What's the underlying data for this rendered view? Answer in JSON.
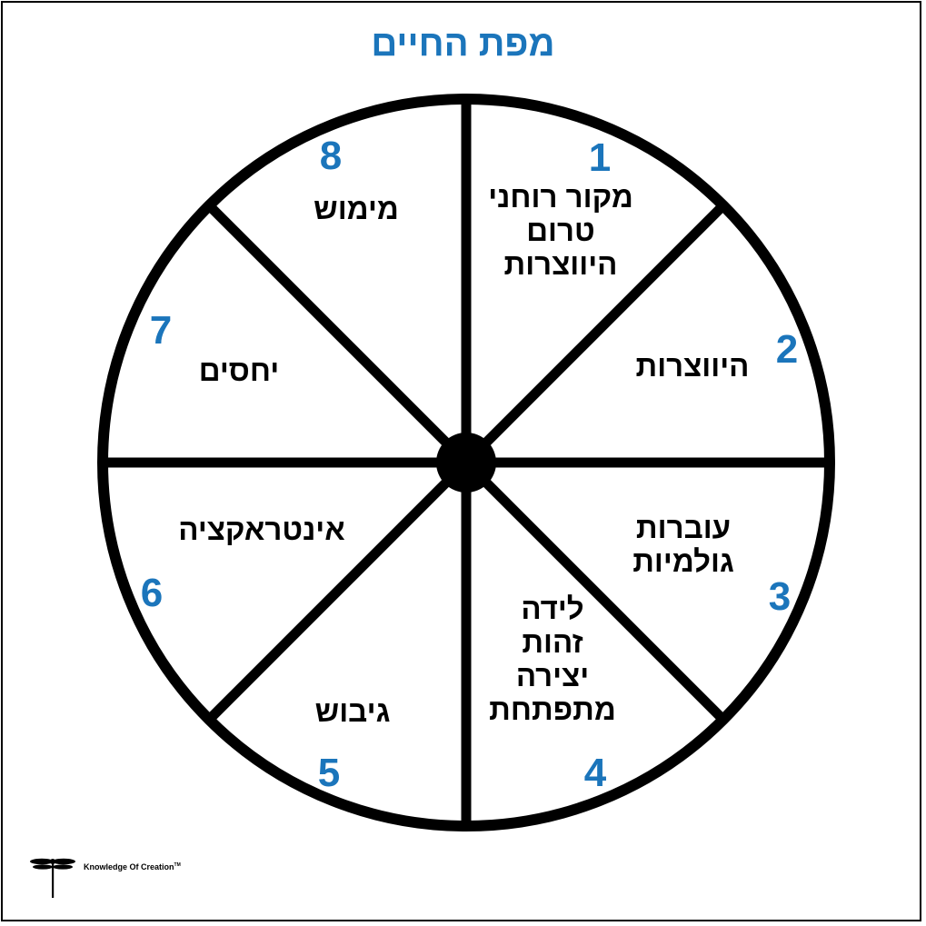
{
  "title": "מפת החיים",
  "colors": {
    "accent": "#1b75bb",
    "ink": "#000000",
    "background": "#ffffff"
  },
  "segments": [
    {
      "number": "1",
      "label": "מקור רוחני\nטרום\nהיווצרות"
    },
    {
      "number": "2",
      "label": "היווצרות"
    },
    {
      "number": "3",
      "label": "עוברות\nגולמיות"
    },
    {
      "number": "4",
      "label": "לידה\nזהות\nיצירה\nמתפתחת"
    },
    {
      "number": "5",
      "label": "גיבוש"
    },
    {
      "number": "6",
      "label": "אינטראקציה"
    },
    {
      "number": "7",
      "label": "יחסים"
    },
    {
      "number": "8",
      "label": "מימוש"
    }
  ],
  "footer": {
    "brand": "Knowledge Of Creation",
    "trademark": "TM",
    "logo_icon": "dragonfly-icon"
  }
}
